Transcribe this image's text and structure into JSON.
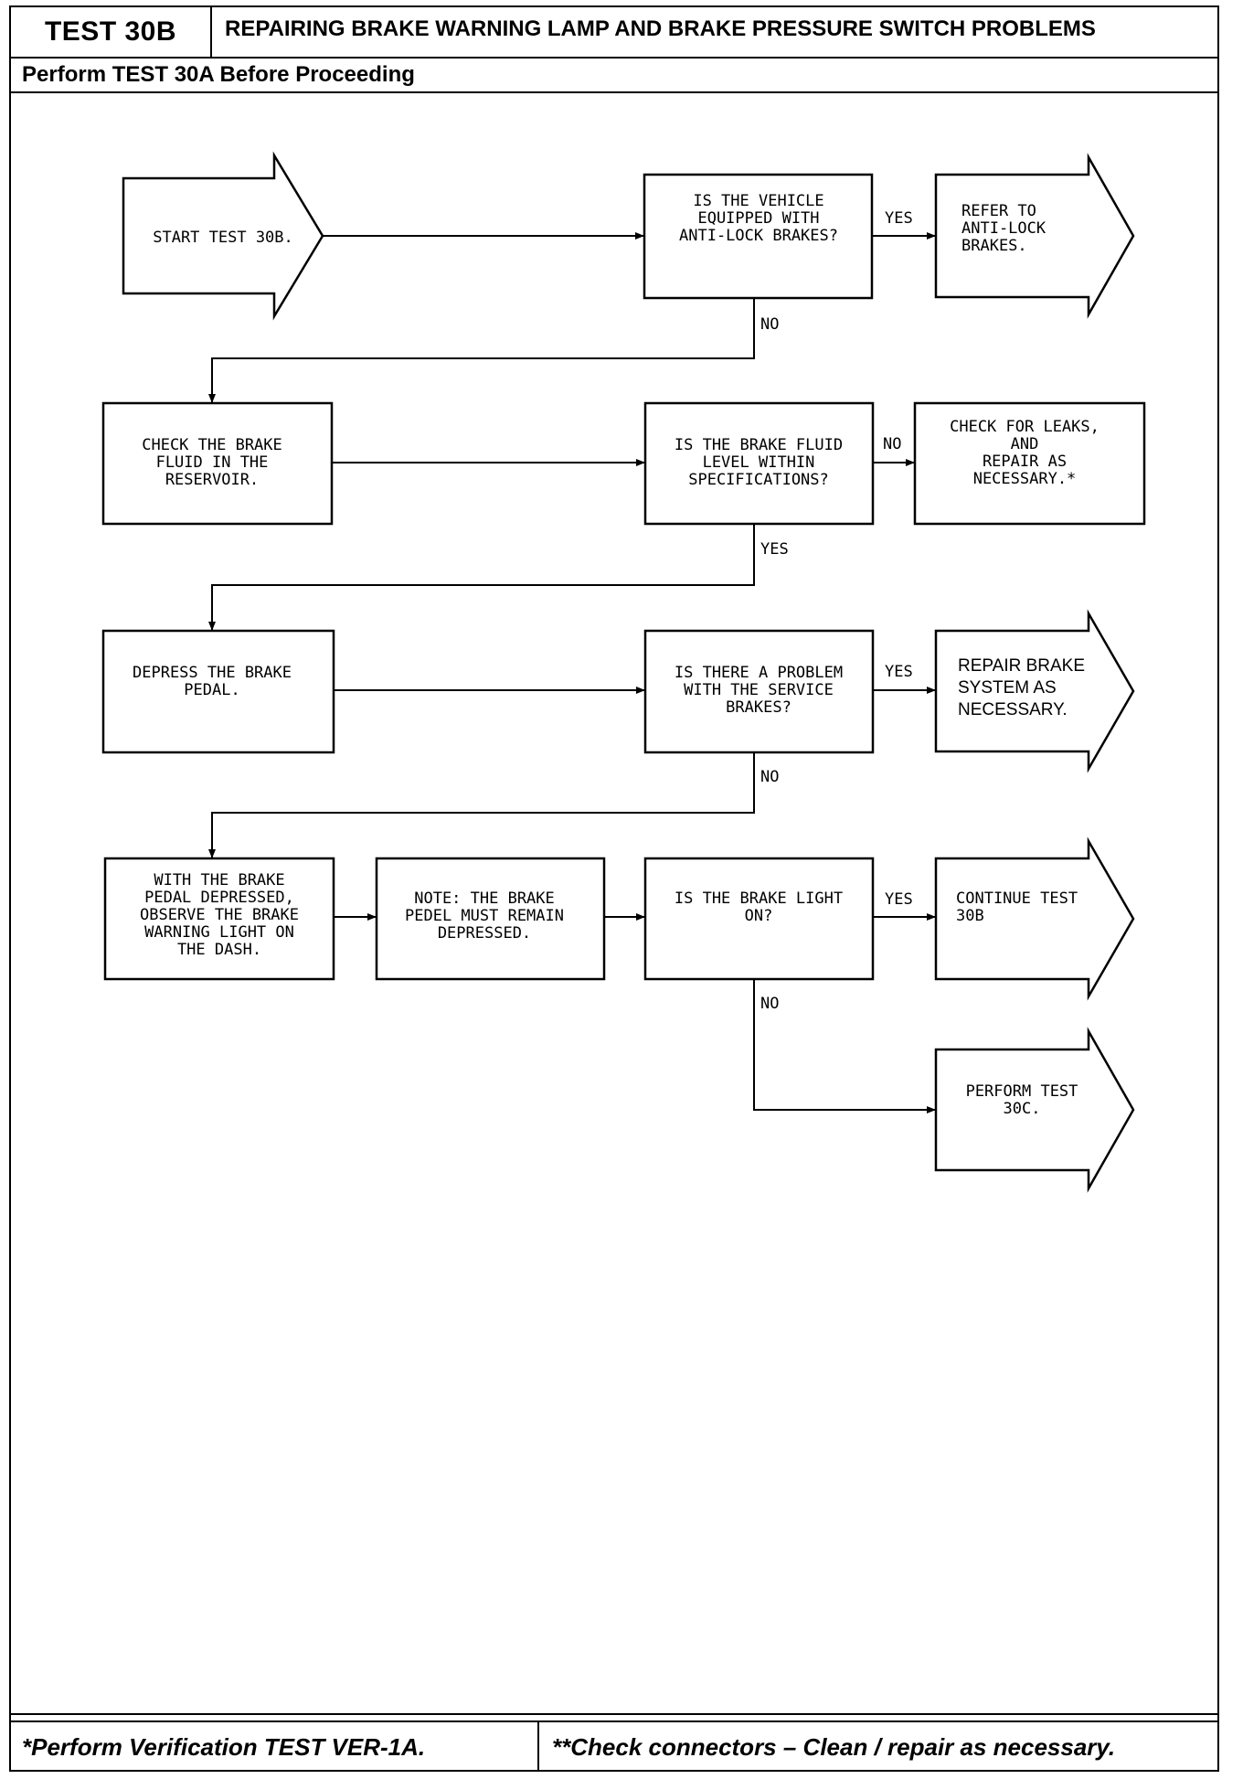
{
  "header": {
    "test_id": "TEST 30B",
    "title": "REPAIRING BRAKE WARNING LAMP AND BRAKE PRESSURE SWITCH PROBLEMS",
    "subtitle": "Perform TEST 30A Before Proceeding"
  },
  "nodes": {
    "start": [
      "START TEST 30B."
    ],
    "q_antilock": [
      "IS THE VEHICLE",
      "EQUIPPED WITH",
      "ANTI-LOCK BRAKES?"
    ],
    "refer_antilock": [
      "REFER TO",
      "ANTI-LOCK",
      "BRAKES."
    ],
    "check_fluid": [
      "CHECK THE BRAKE",
      "FLUID IN THE",
      "RESERVOIR."
    ],
    "q_fluid_level": [
      "IS THE BRAKE FLUID",
      "LEVEL WITHIN",
      "SPECIFICATIONS?"
    ],
    "check_leaks": [
      "CHECK FOR LEAKS,",
      "AND",
      "REPAIR AS",
      "NECESSARY.*"
    ],
    "depress_pedal": [
      "DEPRESS THE BRAKE",
      "PEDAL."
    ],
    "q_service_brakes": [
      "IS THERE A PROBLEM",
      "WITH THE SERVICE",
      "BRAKES?"
    ],
    "repair_brake": [
      "REPAIR BRAKE",
      "SYSTEM AS",
      "NECESSARY."
    ],
    "observe_light": [
      "WITH THE BRAKE",
      "PEDAL DEPRESSED,",
      "OBSERVE THE BRAKE",
      "WARNING LIGHT ON",
      "THE DASH."
    ],
    "note_pedal": [
      "NOTE: THE BRAKE",
      "PEDEL MUST REMAIN",
      "DEPRESSED."
    ],
    "q_brake_light": [
      "IS THE BRAKE LIGHT",
      "ON?"
    ],
    "continue_test": [
      "CONTINUE TEST",
      "30B"
    ],
    "perform_30c": [
      "PERFORM TEST",
      "30C."
    ]
  },
  "edge_labels": {
    "yes": "YES",
    "no": "NO"
  },
  "footer": {
    "left": "*Perform Verification TEST VER-1A.",
    "right": "**Check connectors – Clean / repair as necessary."
  }
}
